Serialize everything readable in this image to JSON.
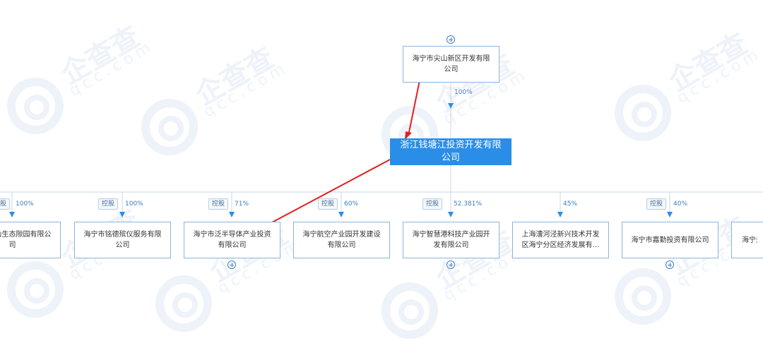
{
  "colors": {
    "center_fill": "#2a8ee8",
    "node_border": "#8cb4dc",
    "connector": "#c9d7e6",
    "arrow_annotation": "#e02020",
    "percent_text": "#3d7cc0",
    "watermark": "#eef2f9"
  },
  "watermark": {
    "text": "企查查",
    "sub": "qcc.com"
  },
  "parent": {
    "name": "海宁市尖山新区开发有限公司",
    "percent": "100%"
  },
  "center": {
    "name": "浙江钱塘江投资开发有限公司"
  },
  "children": [
    {
      "name": "海宁尖山生态隙园有限公司",
      "tag": "控股",
      "percent": "100%",
      "expandable": false
    },
    {
      "name": "海宁市铭德殡仪服务有限公司",
      "tag": "控股",
      "percent": "100%",
      "expandable": false
    },
    {
      "name": "海宁市泛半导体产业投资有限公司",
      "tag": "控股",
      "percent": "71%",
      "expandable": true
    },
    {
      "name": "海宁航空产业园开发建设有限公司",
      "tag": "控股",
      "percent": "60%",
      "expandable": false
    },
    {
      "name": "海宁智慧港科技产业园开发有限公司",
      "tag": "控股",
      "percent": "52.381%",
      "expandable": true
    },
    {
      "name": "上海漕河泾新兴技术开发区海宁分区经济发展有限公司",
      "tag": "",
      "percent": "45%",
      "expandable": false
    },
    {
      "name": "海宁市嘉勤投资有限公司",
      "tag": "控股",
      "percent": "40%",
      "expandable": true
    },
    {
      "name": "海宁光",
      "tag": "",
      "percent": "",
      "expandable": false
    }
  ]
}
